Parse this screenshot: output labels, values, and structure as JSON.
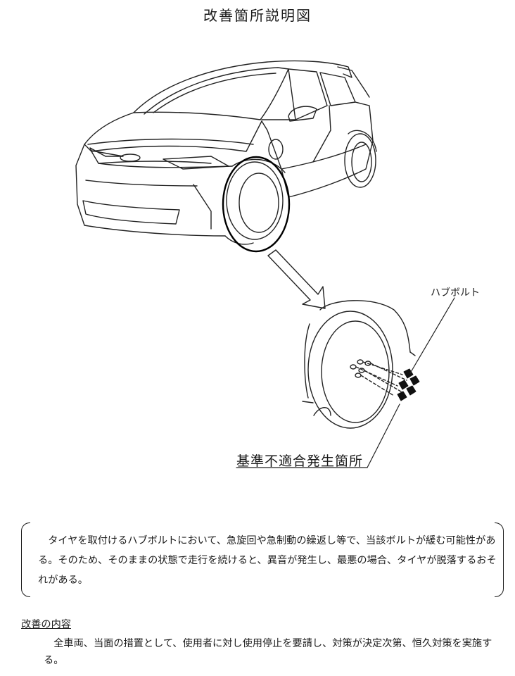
{
  "title": "改善箇所説明図",
  "diagram": {
    "hub_bolt_label": "ハブボルト",
    "defect_location_label": "基準不適合発生箇所"
  },
  "description": "タイヤを取付けるハブボルトにおいて、急旋回や急制動の繰返し等で、当該ボルトが緩む可能性がある。そのため、そのままの状態で走行を続けると、異音が発生し、最悪の場合、タイヤが脱落するおそれがある。",
  "improvement": {
    "heading": "改善の内容",
    "body": "全車両、当面の措置として、使用者に対し使用停止を要請し、対策が決定次第、恒久対策を実施する。"
  }
}
